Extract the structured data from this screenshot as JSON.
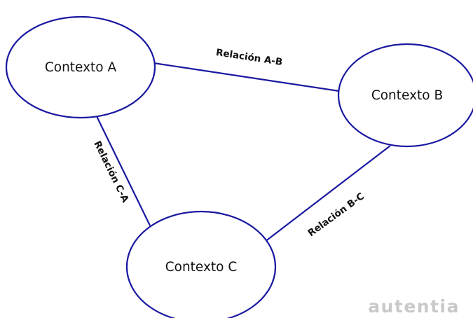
{
  "diagram": {
    "nodes": {
      "a": {
        "label": "Contexto A"
      },
      "b": {
        "label": "Contexto B"
      },
      "c": {
        "label": "Contexto C"
      }
    },
    "edges": {
      "ab": {
        "label": "Relación A-B",
        "from": "Contexto A",
        "to": "Contexto B"
      },
      "bc": {
        "label": "Relación B-C",
        "from": "Contexto B",
        "to": "Contexto C"
      },
      "ca": {
        "label": "Relación C-A",
        "from": "Contexto C",
        "to": "Contexto A"
      }
    },
    "colors": {
      "outline": "#1a18a0",
      "text": "#111111",
      "watermark": "#c9c9c9"
    }
  },
  "watermark": {
    "text": "autentia"
  }
}
